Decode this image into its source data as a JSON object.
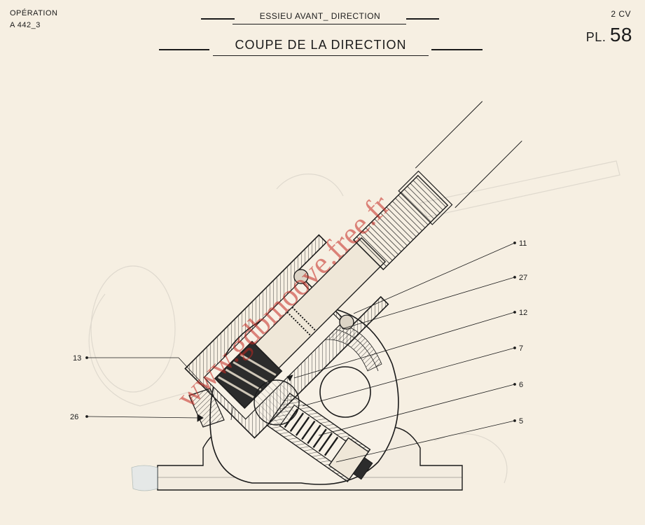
{
  "header": {
    "operation_label": "OPÉRATION",
    "operation_code": "A 442_3",
    "section": "ESSIEU AVANT_ DIRECTION",
    "title": "COUPE DE LA DIRECTION",
    "model": "2 CV",
    "plate_prefix": "PL.",
    "plate_number": "58"
  },
  "watermark": "www.gdbmoove.free.fr",
  "callouts": [
    {
      "id": "11",
      "label": "11"
    },
    {
      "id": "27",
      "label": "27"
    },
    {
      "id": "12",
      "label": "12"
    },
    {
      "id": "7",
      "label": "7"
    },
    {
      "id": "6",
      "label": "6"
    },
    {
      "id": "5",
      "label": "5"
    },
    {
      "id": "13",
      "label": "13"
    },
    {
      "id": "26",
      "label": "26"
    }
  ],
  "colors": {
    "paper": "#f6efe2",
    "ink": "#1b1b1b",
    "watermark": "#c4271f"
  }
}
